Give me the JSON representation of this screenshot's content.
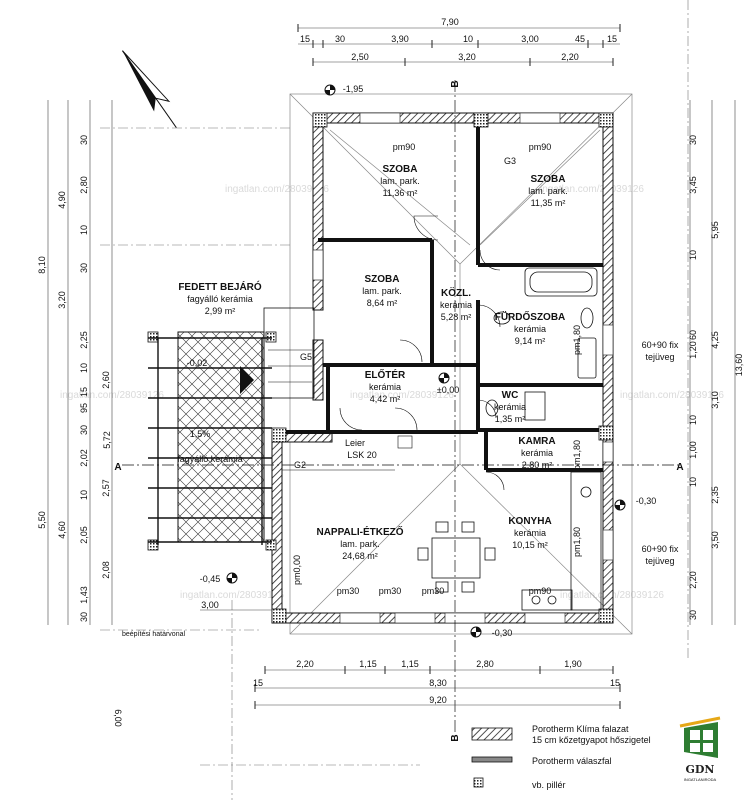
{
  "top_dims": {
    "total": "7,90",
    "row2": [
      "15",
      "30",
      "3,90",
      "10",
      "3,00",
      "45",
      "15"
    ],
    "row3": [
      "2,50",
      "3,20",
      "2,20"
    ]
  },
  "bottom_dims": {
    "row1": [
      "2,20",
      "1,15",
      "1,15",
      "2,80",
      "1,90"
    ],
    "row2": [
      "15",
      "8,30",
      "15"
    ],
    "total": "9,20"
  },
  "left_dims": {
    "outer": [
      "8,10",
      "5,50"
    ],
    "mid": [
      "4,90",
      "3,20",
      "5,72",
      "4,60"
    ],
    "inner": [
      "30",
      "2,80",
      "10",
      "30",
      "2,25",
      "10",
      "2,60",
      "15",
      "95",
      "30",
      "2,02",
      "2,57",
      "10",
      "2,05",
      "1,43",
      "30",
      "2,08"
    ]
  },
  "right_dims": {
    "outer": "13,60",
    "mid": [
      "5,95",
      "4,25",
      "3,10",
      "2,35",
      "3,50"
    ],
    "inner": [
      "30",
      "3,45",
      "10",
      "60",
      "1,20",
      "10",
      "1,00",
      "10",
      "2,20",
      "30"
    ]
  },
  "rooms": [
    {
      "name": "SZOBA",
      "floor": "lam. park.",
      "area": "11,36 m²"
    },
    {
      "name": "SZOBA",
      "floor": "lam. park.",
      "area": "11,35 m²"
    },
    {
      "name": "SZOBA",
      "floor": "lam. park.",
      "area": "8,64 m²"
    },
    {
      "name": "KÖZL.",
      "floor": "kerámia",
      "area": "5,28 m²"
    },
    {
      "name": "FÜRDŐSZOBA",
      "floor": "kerámia",
      "area": "9,14 m²"
    },
    {
      "name": "WC",
      "floor": "kerámia",
      "area": "1,35 m²"
    },
    {
      "name": "ELŐTÉR",
      "floor": "kerámia",
      "area": "4,42 m²"
    },
    {
      "name": "KAMRA",
      "floor": "kerámia",
      "area": "2,80 m²"
    },
    {
      "name": "KONYHA",
      "floor": "kerámia",
      "area": "10,15 m²"
    },
    {
      "name": "NAPPALI-ÉTKEZŐ",
      "floor": "lam. park.",
      "area": "24,68 m²"
    },
    {
      "name": "FEDETT BEJÁRÓ",
      "floor": "fagyálló kerámia",
      "area": "2,99 m²"
    }
  ],
  "terrace": {
    "floor": "fagyálló kerámia",
    "slope1": "-0,02",
    "slope2": "1,5%"
  },
  "labels": {
    "leier": "Leier",
    "lsk": "LSK 20",
    "g2": "G2",
    "g3": "G3",
    "g5": "G5",
    "level_0": "±0,00",
    "level_195": "-1,95",
    "level_045": "-0,45",
    "level_030a": "-0,30",
    "level_030b": "-0,30",
    "section_a": "A",
    "section_b": "B",
    "window1": "60+90 fix",
    "window2": "60+90 fix",
    "tejuveg1": "tejüveg",
    "tejuveg2": "tejüveg",
    "pm90": "pm90",
    "pm30": "pm30",
    "pm00": "pm0,00",
    "pm180": "pm1,80",
    "boundary": "beépítési határvonal",
    "dim_600": "6,00",
    "dim_300": "3,00",
    "watermark": "ingatlan.com/28039126"
  },
  "legend": [
    {
      "text1": "Porotherm Klíma falazat",
      "text2": "15 cm kőzetgyapot hőszigetel"
    },
    {
      "text1": "Porotherm válaszfal",
      "text2": ""
    },
    {
      "text1": "vb. pillér",
      "text2": ""
    }
  ],
  "logo": {
    "text": "GDN",
    "sub": "INGATLANIRODA"
  }
}
